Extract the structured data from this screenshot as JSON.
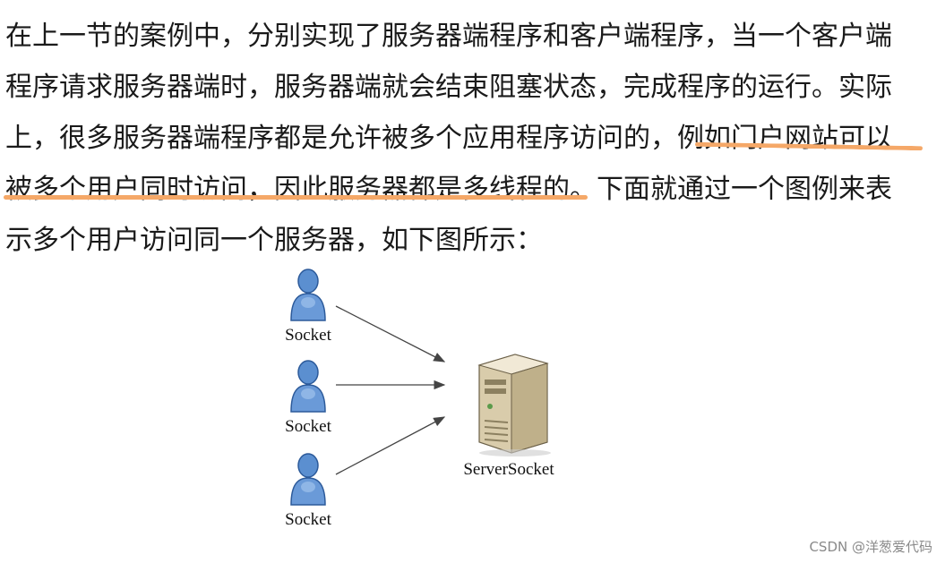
{
  "paragraph": {
    "line1": "在上一节的案例中，分别实现了服务器端程序和客户端程序，当一个客户端",
    "line2": "程序请求服务器端时，服务器端就会结束阻塞状态，完成程序的运行。实际",
    "line3": "上，很多服务器端程序都是允许被多个应用程序访问的，例如门户网站可以",
    "line4": "被多个用户同时访问，因此服务器都是多线程的。下面就通过一个图例来表",
    "line5": "示多个用户访问同一个服务器，如下图所示："
  },
  "figure": {
    "clients": [
      {
        "label": "Socket"
      },
      {
        "label": "Socket"
      },
      {
        "label": "Socket"
      }
    ],
    "server_label": "ServerSocket",
    "icons": {
      "client": "user-icon",
      "server": "server-tower-icon",
      "arrow": "arrow-icon"
    }
  },
  "watermark": "CSDN @洋葱爱代码",
  "colors": {
    "highlight_underline": "#f5a868",
    "user_blue": "#5b8fd0",
    "server_beige": "#e8dcc0"
  }
}
